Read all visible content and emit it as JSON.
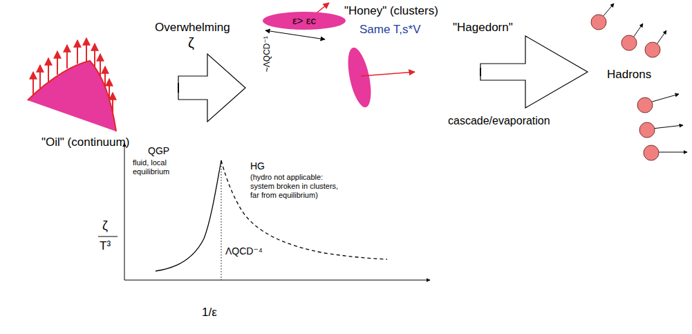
{
  "diagram": {
    "nodes": [
      {
        "text": [
          "\"Oil\" (continuum)"
        ]
      },
      {
        "text": [
          "ε> εc"
        ]
      }
    ],
    "labels": [
      "Overwhelming",
      "ζ",
      "\"Honey\" (clusters)",
      "Same T,s*V",
      "~ΛQCD⁻¹",
      "\"Hagedorn\"",
      "cascade/evaporation",
      "Hadrons",
      "ζ",
      "T³",
      "QGP",
      "fluid, local equilibrium",
      "HG",
      "(hydro not applicable: system broken in clusters, far from equilibrium)",
      "ΛQCD⁻⁴",
      "1/ε"
    ]
  }
}
